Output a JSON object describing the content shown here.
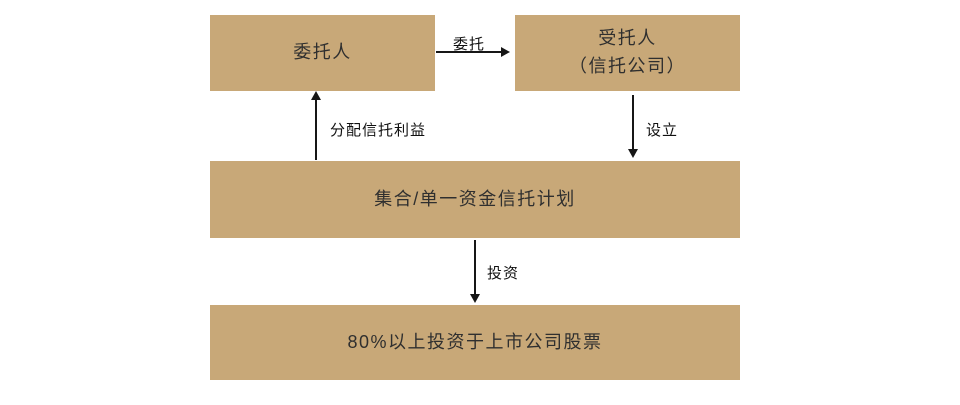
{
  "colors": {
    "page_background": "#ffffff",
    "box_background": "#c8a878",
    "box_text": "#2f2f2f",
    "arrow": "#161616"
  },
  "nodes": {
    "principal": {
      "label": "委托人"
    },
    "trustee": {
      "line1": "受托人",
      "line2": "（信托公司）"
    },
    "trust_plan": {
      "label": "集合/单一资金信托计划"
    },
    "investment": {
      "label": "80%以上投资于上市公司股票"
    }
  },
  "edges": {
    "entrust": {
      "label": "委托"
    },
    "distribute_benefits": {
      "label": "分配信托利益"
    },
    "establish": {
      "label": "设立"
    },
    "invest": {
      "label": "投资"
    }
  }
}
